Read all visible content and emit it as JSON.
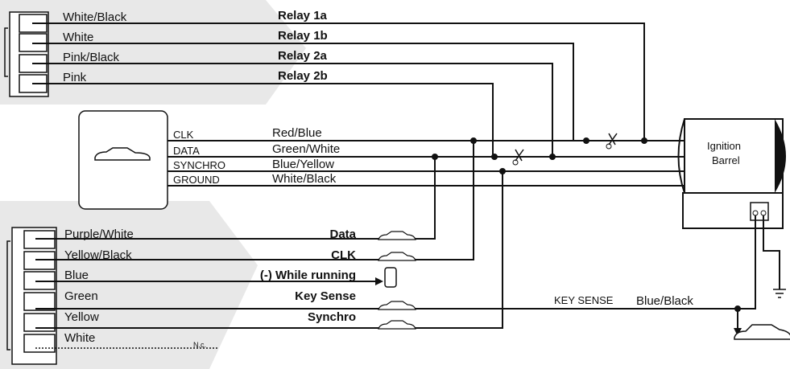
{
  "connector_top": {
    "pins": [
      {
        "color": "White/Black",
        "function": "Relay 1a"
      },
      {
        "color": "White",
        "function": "Relay 1b"
      },
      {
        "color": "Pink/Black",
        "function": "Relay 2a"
      },
      {
        "color": "Pink",
        "function": "Relay 2b"
      }
    ]
  },
  "module_bus": [
    {
      "signal": "CLK",
      "color": "Red/Blue"
    },
    {
      "signal": "DATA",
      "color": "Green/White"
    },
    {
      "signal": "SYNCHRO",
      "color": "Blue/Yellow"
    },
    {
      "signal": "GROUND",
      "color": "White/Black"
    }
  ],
  "connector_bottom": {
    "pins": [
      {
        "color": "Purple/White",
        "function": "Data"
      },
      {
        "color": "Yellow/Black",
        "function": "CLK"
      },
      {
        "color": "Blue",
        "function": "(-) While running"
      },
      {
        "color": "Green",
        "function": "Key Sense"
      },
      {
        "color": "Yellow",
        "function": "Synchro"
      },
      {
        "color": "White",
        "function": "N.c."
      }
    ]
  },
  "ignition": {
    "line1": "Ignition",
    "line2": "Barrel"
  },
  "key_sense": {
    "label": "KEY SENSE",
    "color": "Blue/Black"
  },
  "icons": [
    "car-icon",
    "remote-icon",
    "scissors-icon",
    "ground-icon",
    "key-icon"
  ]
}
